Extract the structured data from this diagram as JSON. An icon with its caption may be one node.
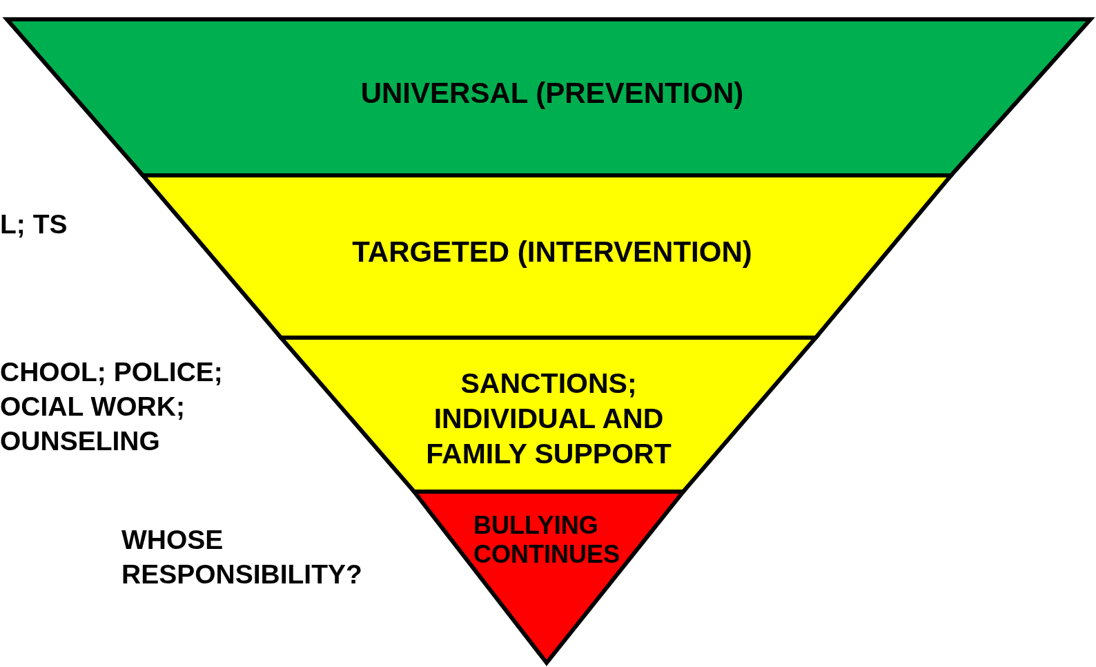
{
  "diagram": {
    "nodes": [
      {
        "text": [
          "UNIVERSAL (PREVENTION)"
        ]
      },
      {
        "text": [
          "TARGETED (INTERVENTION)"
        ]
      },
      {
        "text": [
          "SANCTIONS; INDIVIDUAL AND FAMILY SUPPORT"
        ]
      },
      {
        "text": [
          "BULLYING CONTINUES"
        ]
      }
    ],
    "labels": [
      "L; TS",
      "CHOOL; POLICE; OCIAL WORK; OUNSELING",
      "WHOSE RESPONSIBILITY?"
    ]
  }
}
